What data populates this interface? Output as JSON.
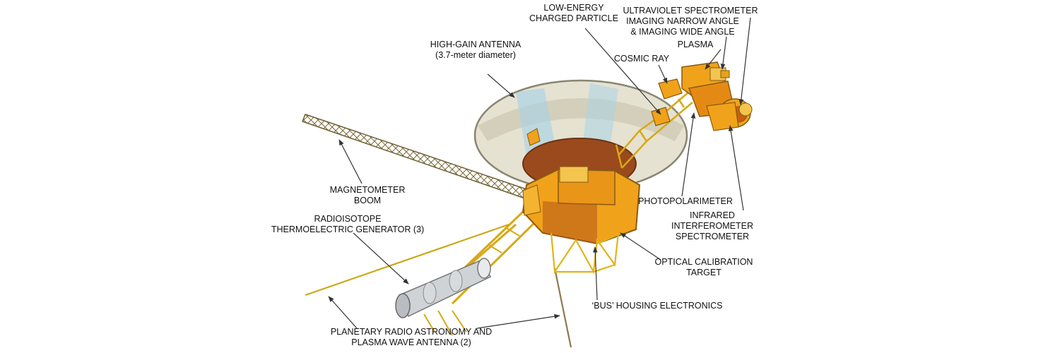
{
  "labels": {
    "low_energy": [
      "LOW-ENERGY",
      "CHARGED PARTICLE"
    ],
    "ultraviolet": "ULTRAVIOLET SPECTROMETER",
    "imaging": [
      "IMAGING NARROW ANGLE",
      "& IMAGING WIDE ANGLE"
    ],
    "plasma": "PLASMA",
    "cosmic_ray": "COSMIC RAY",
    "high_gain": [
      "HIGH-GAIN ANTENNA",
      "(3.7-meter diameter)"
    ],
    "magnetometer": [
      "MAGNETOMETER",
      "BOOM"
    ],
    "rtg": [
      "RADIOISOTOPE",
      "THERMOELECTRIC GENERATOR (3)"
    ],
    "photopolarimeter": "PHOTOPOLARIMETER",
    "infrared": [
      "INFRARED",
      "INTERFEROMETER",
      "SPECTROMETER"
    ],
    "optical_calibration": [
      "OPTICAL CALIBRATION",
      "TARGET"
    ],
    "bus": "‘BUS’ HOUSING ELECTRONICS",
    "planetary_radio": [
      "PLANETARY RADIO ASTRONOMY AND",
      "PLASMA WAVE ANTENNA (2)"
    ]
  },
  "colors": {
    "dish": "#d9d6c4",
    "dish_rim": "#8a8672",
    "beam": "#a9d3e6",
    "bus_orange": "#f0a21a",
    "bus_dark": "#9a4a1c",
    "truss": "#e0b418",
    "rtg": "#c9cccf",
    "leader": "#333333"
  }
}
